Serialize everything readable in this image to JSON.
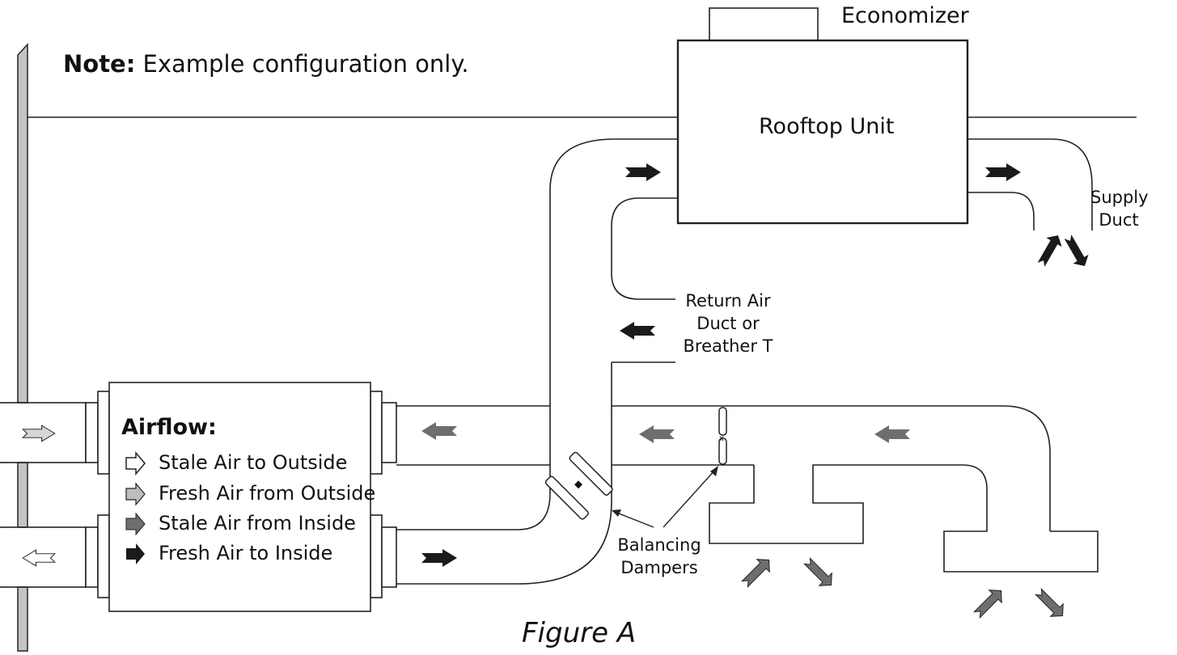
{
  "note": {
    "bold": "Note:",
    "text": " Example configuration only."
  },
  "labels": {
    "economizer": "Economizer",
    "rooftop_unit": "Rooftop Unit",
    "supply_duct_line1": "Supply",
    "supply_duct_line2": "Duct",
    "return_line1": "Return Air",
    "return_line2": "Duct or",
    "return_line3": "Breather T",
    "balancing_line1": "Balancing",
    "balancing_line2": "Dampers"
  },
  "legend": {
    "title": "Airflow:",
    "items": [
      {
        "label": "Stale Air to Outside",
        "color": "#ffffff"
      },
      {
        "label": "Fresh Air from Outside",
        "color": "#bdbdbd"
      },
      {
        "label": "Stale Air from Inside",
        "color": "#6e6e6e"
      },
      {
        "label": "Fresh Air to Inside",
        "color": "#1a1a1a"
      }
    ]
  },
  "caption": "Figure A"
}
